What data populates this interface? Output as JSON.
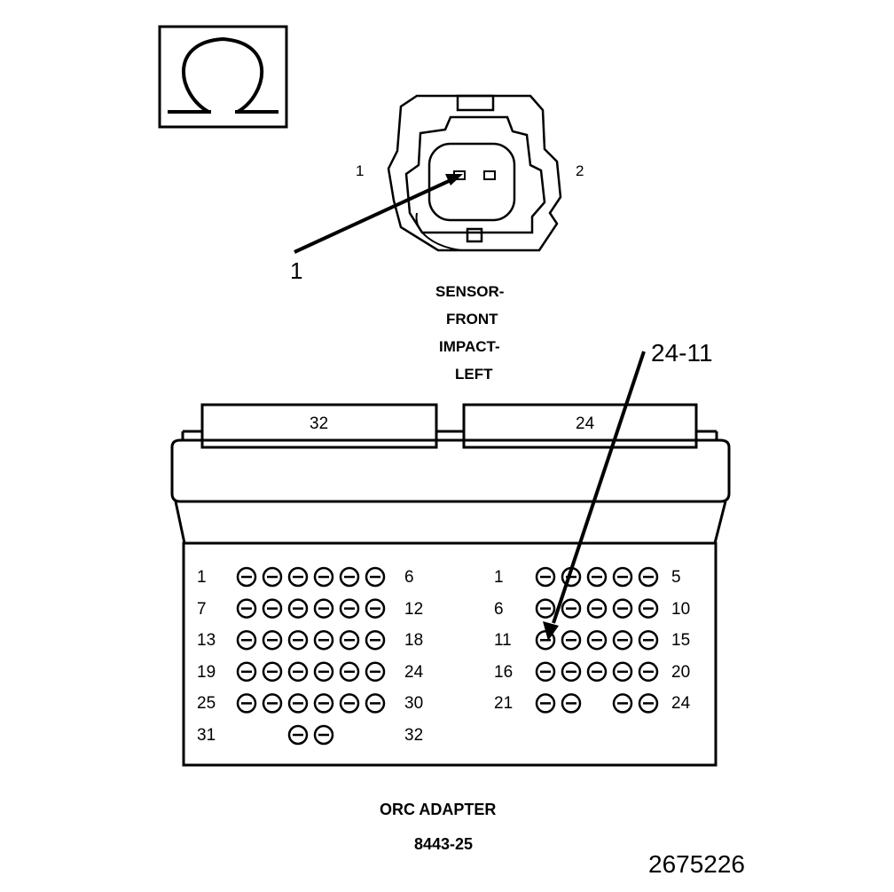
{
  "symbol": {
    "name": "ohm-icon",
    "glyph": "Ω"
  },
  "sensor": {
    "pin_left": "1",
    "pin_right": "2",
    "callout": "1",
    "title_lines": [
      "SENSOR-",
      "FRONT",
      "IMPACT-",
      "LEFT"
    ]
  },
  "adapter": {
    "header_left": "32",
    "header_right": "24",
    "callout": "24-11",
    "title": "ORC ADAPTER",
    "part_number": "8443-25",
    "left_block": {
      "rows": [
        {
          "start": "1",
          "end": "6",
          "pins": [
            1,
            1,
            1,
            1,
            1,
            1
          ]
        },
        {
          "start": "7",
          "end": "12",
          "pins": [
            1,
            1,
            1,
            1,
            1,
            1
          ]
        },
        {
          "start": "13",
          "end": "18",
          "pins": [
            1,
            1,
            1,
            1,
            1,
            1
          ]
        },
        {
          "start": "19",
          "end": "24",
          "pins": [
            1,
            1,
            1,
            1,
            1,
            1
          ]
        },
        {
          "start": "25",
          "end": "30",
          "pins": [
            1,
            1,
            1,
            1,
            1,
            1
          ]
        },
        {
          "start": "31",
          "end": "32",
          "pins": [
            0,
            0,
            1,
            1,
            0,
            0
          ]
        }
      ]
    },
    "right_block": {
      "rows": [
        {
          "start": "1",
          "end": "5",
          "pins": [
            1,
            1,
            1,
            1,
            1
          ]
        },
        {
          "start": "6",
          "end": "10",
          "pins": [
            1,
            1,
            1,
            1,
            1
          ]
        },
        {
          "start": "11",
          "end": "15",
          "pins": [
            1,
            1,
            1,
            1,
            1
          ]
        },
        {
          "start": "16",
          "end": "20",
          "pins": [
            1,
            1,
            1,
            1,
            1
          ]
        },
        {
          "start": "21",
          "end": "24",
          "pins": [
            1,
            1,
            0,
            1,
            1
          ]
        }
      ]
    }
  },
  "figure_id": "2675226"
}
